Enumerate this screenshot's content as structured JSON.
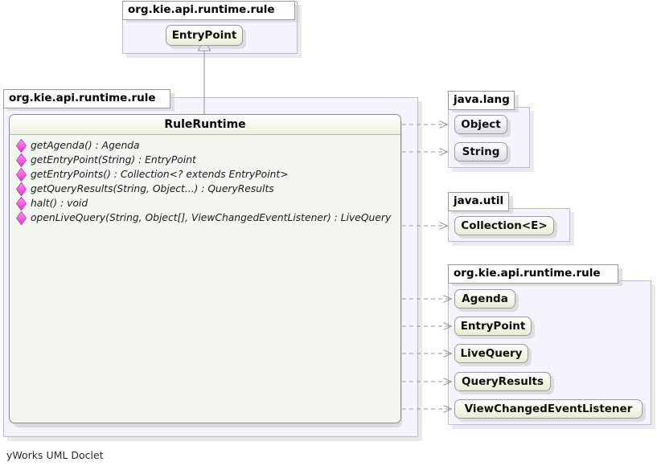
{
  "diagram": {
    "tool_footer": "yWorks UML Doclet",
    "colors": {
      "package_bg": "#f4f5fc",
      "package_border": "#b9bcd6",
      "interface_fill": "#e6eed6",
      "class_fill": "#dcdee8",
      "node_body": "#f4f7ef",
      "member_marker": "#f25fe0",
      "edge": "#9a9a9a"
    }
  },
  "packages": {
    "top": {
      "label": "org.kie.api.runtime.rule",
      "types": [
        {
          "name": "EntryPoint",
          "kind": "interface"
        }
      ]
    },
    "main": {
      "label": "org.kie.api.runtime.rule"
    },
    "java_lang": {
      "label": "java.lang",
      "types": [
        {
          "name": "Object",
          "kind": "class"
        },
        {
          "name": "String",
          "kind": "class"
        }
      ]
    },
    "java_util": {
      "label": "java.util",
      "types": [
        {
          "name": "Collection<E>",
          "kind": "interface"
        }
      ]
    },
    "kie_rule": {
      "label": "org.kie.api.runtime.rule",
      "types": [
        {
          "name": "Agenda",
          "kind": "interface"
        },
        {
          "name": "EntryPoint",
          "kind": "interface"
        },
        {
          "name": "LiveQuery",
          "kind": "interface"
        },
        {
          "name": "QueryResults",
          "kind": "interface"
        },
        {
          "name": "ViewChangedEventListener",
          "kind": "interface"
        }
      ]
    }
  },
  "main_class": {
    "name": "RuleRuntime",
    "kind": "interface",
    "members": [
      {
        "visibility": "public-abstract",
        "text": "getAgenda() : Agenda"
      },
      {
        "visibility": "public-abstract",
        "text": "getEntryPoint(String) : EntryPoint"
      },
      {
        "visibility": "public-abstract",
        "text": "getEntryPoints() : Collection<? extends EntryPoint>"
      },
      {
        "visibility": "public-abstract",
        "text": "getQueryResults(String, Object...) : QueryResults"
      },
      {
        "visibility": "public-abstract",
        "text": "halt() : void"
      },
      {
        "visibility": "public-abstract",
        "text": "openLiveQuery(String, Object[], ViewChangedEventListener) : LiveQuery"
      }
    ]
  },
  "relations": {
    "generalization": {
      "from": "RuleRuntime",
      "to": "EntryPoint"
    },
    "dependencies": [
      {
        "from": "RuleRuntime",
        "to": "Object"
      },
      {
        "from": "RuleRuntime",
        "to": "String"
      },
      {
        "from": "RuleRuntime",
        "to": "Collection<E>"
      },
      {
        "from": "RuleRuntime",
        "to": "Agenda"
      },
      {
        "from": "RuleRuntime",
        "to": "EntryPoint"
      },
      {
        "from": "RuleRuntime",
        "to": "LiveQuery"
      },
      {
        "from": "RuleRuntime",
        "to": "QueryResults"
      },
      {
        "from": "RuleRuntime",
        "to": "ViewChangedEventListener"
      }
    ]
  }
}
